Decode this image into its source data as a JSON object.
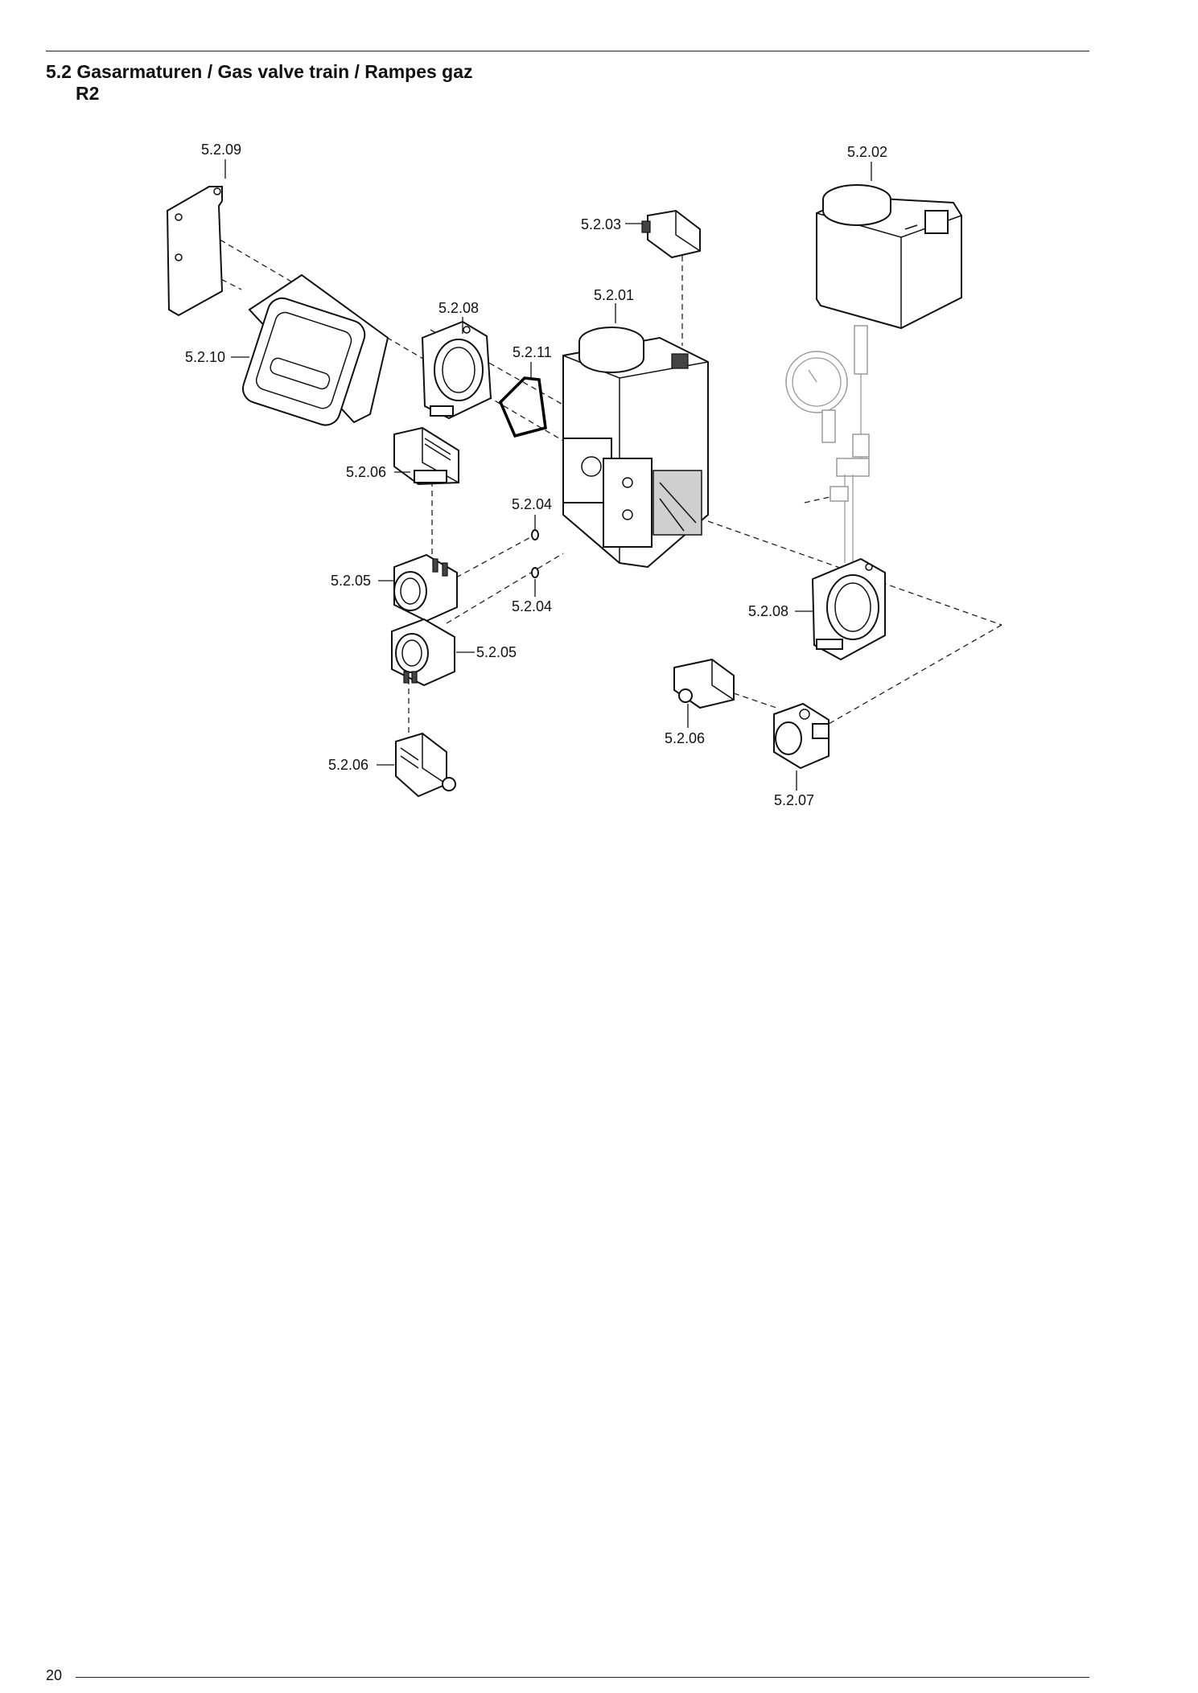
{
  "header": {
    "title": "5.2 Gasarmaturen / Gas valve train / Rampes gaz",
    "subtitle": "R2"
  },
  "footer": {
    "page_number": "20"
  },
  "diagram": {
    "labels": {
      "p5209": "5.2.09",
      "p5202": "5.2.02",
      "p5203": "5.2.03",
      "p5201": "5.2.01",
      "p5208a": "5.2.08",
      "p5211": "5.2.11",
      "p5210": "5.2.10",
      "p5206a": "5.2.06",
      "p5204a": "5.2.04",
      "p5205a": "5.2.05",
      "p5204b": "5.2.04",
      "p5208b": "5.2.08",
      "p5205b": "5.2.05",
      "p5206b": "5.2.06",
      "p5206c": "5.2.06",
      "p5207": "5.2.07"
    }
  }
}
